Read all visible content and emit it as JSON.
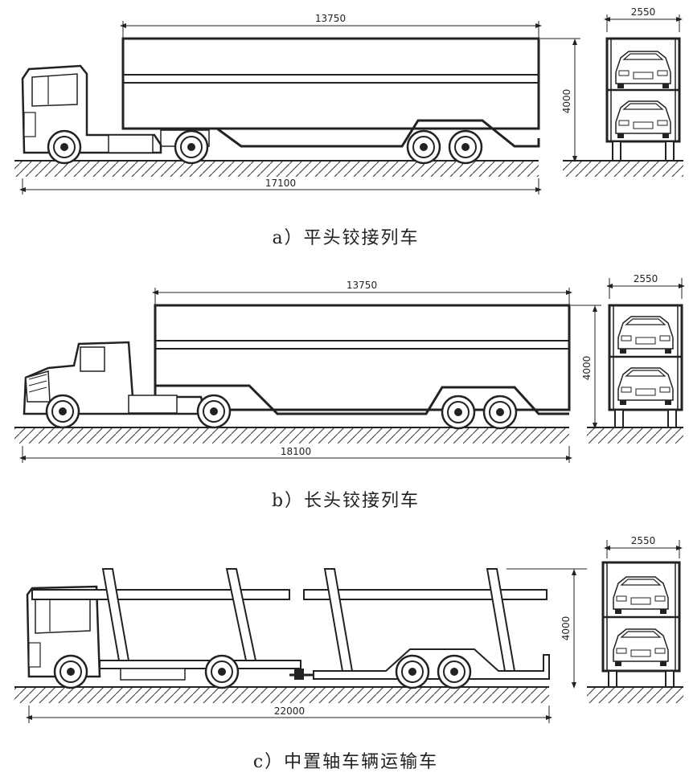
{
  "figure": {
    "panels": [
      {
        "id": "a",
        "caption": "a）平头铰接列车",
        "dims": {
          "box_length": "13750",
          "height": "4000",
          "total_length": "17100",
          "width": "2550"
        }
      },
      {
        "id": "b",
        "caption": "b）长头铰接列车",
        "dims": {
          "box_length": "13750",
          "height": "4000",
          "total_length": "18100",
          "width": "2550"
        }
      },
      {
        "id": "c",
        "caption": "c）中置轴车辆运输车",
        "dims": {
          "height": "4000",
          "total_length": "22000",
          "width": "2550"
        }
      }
    ]
  }
}
